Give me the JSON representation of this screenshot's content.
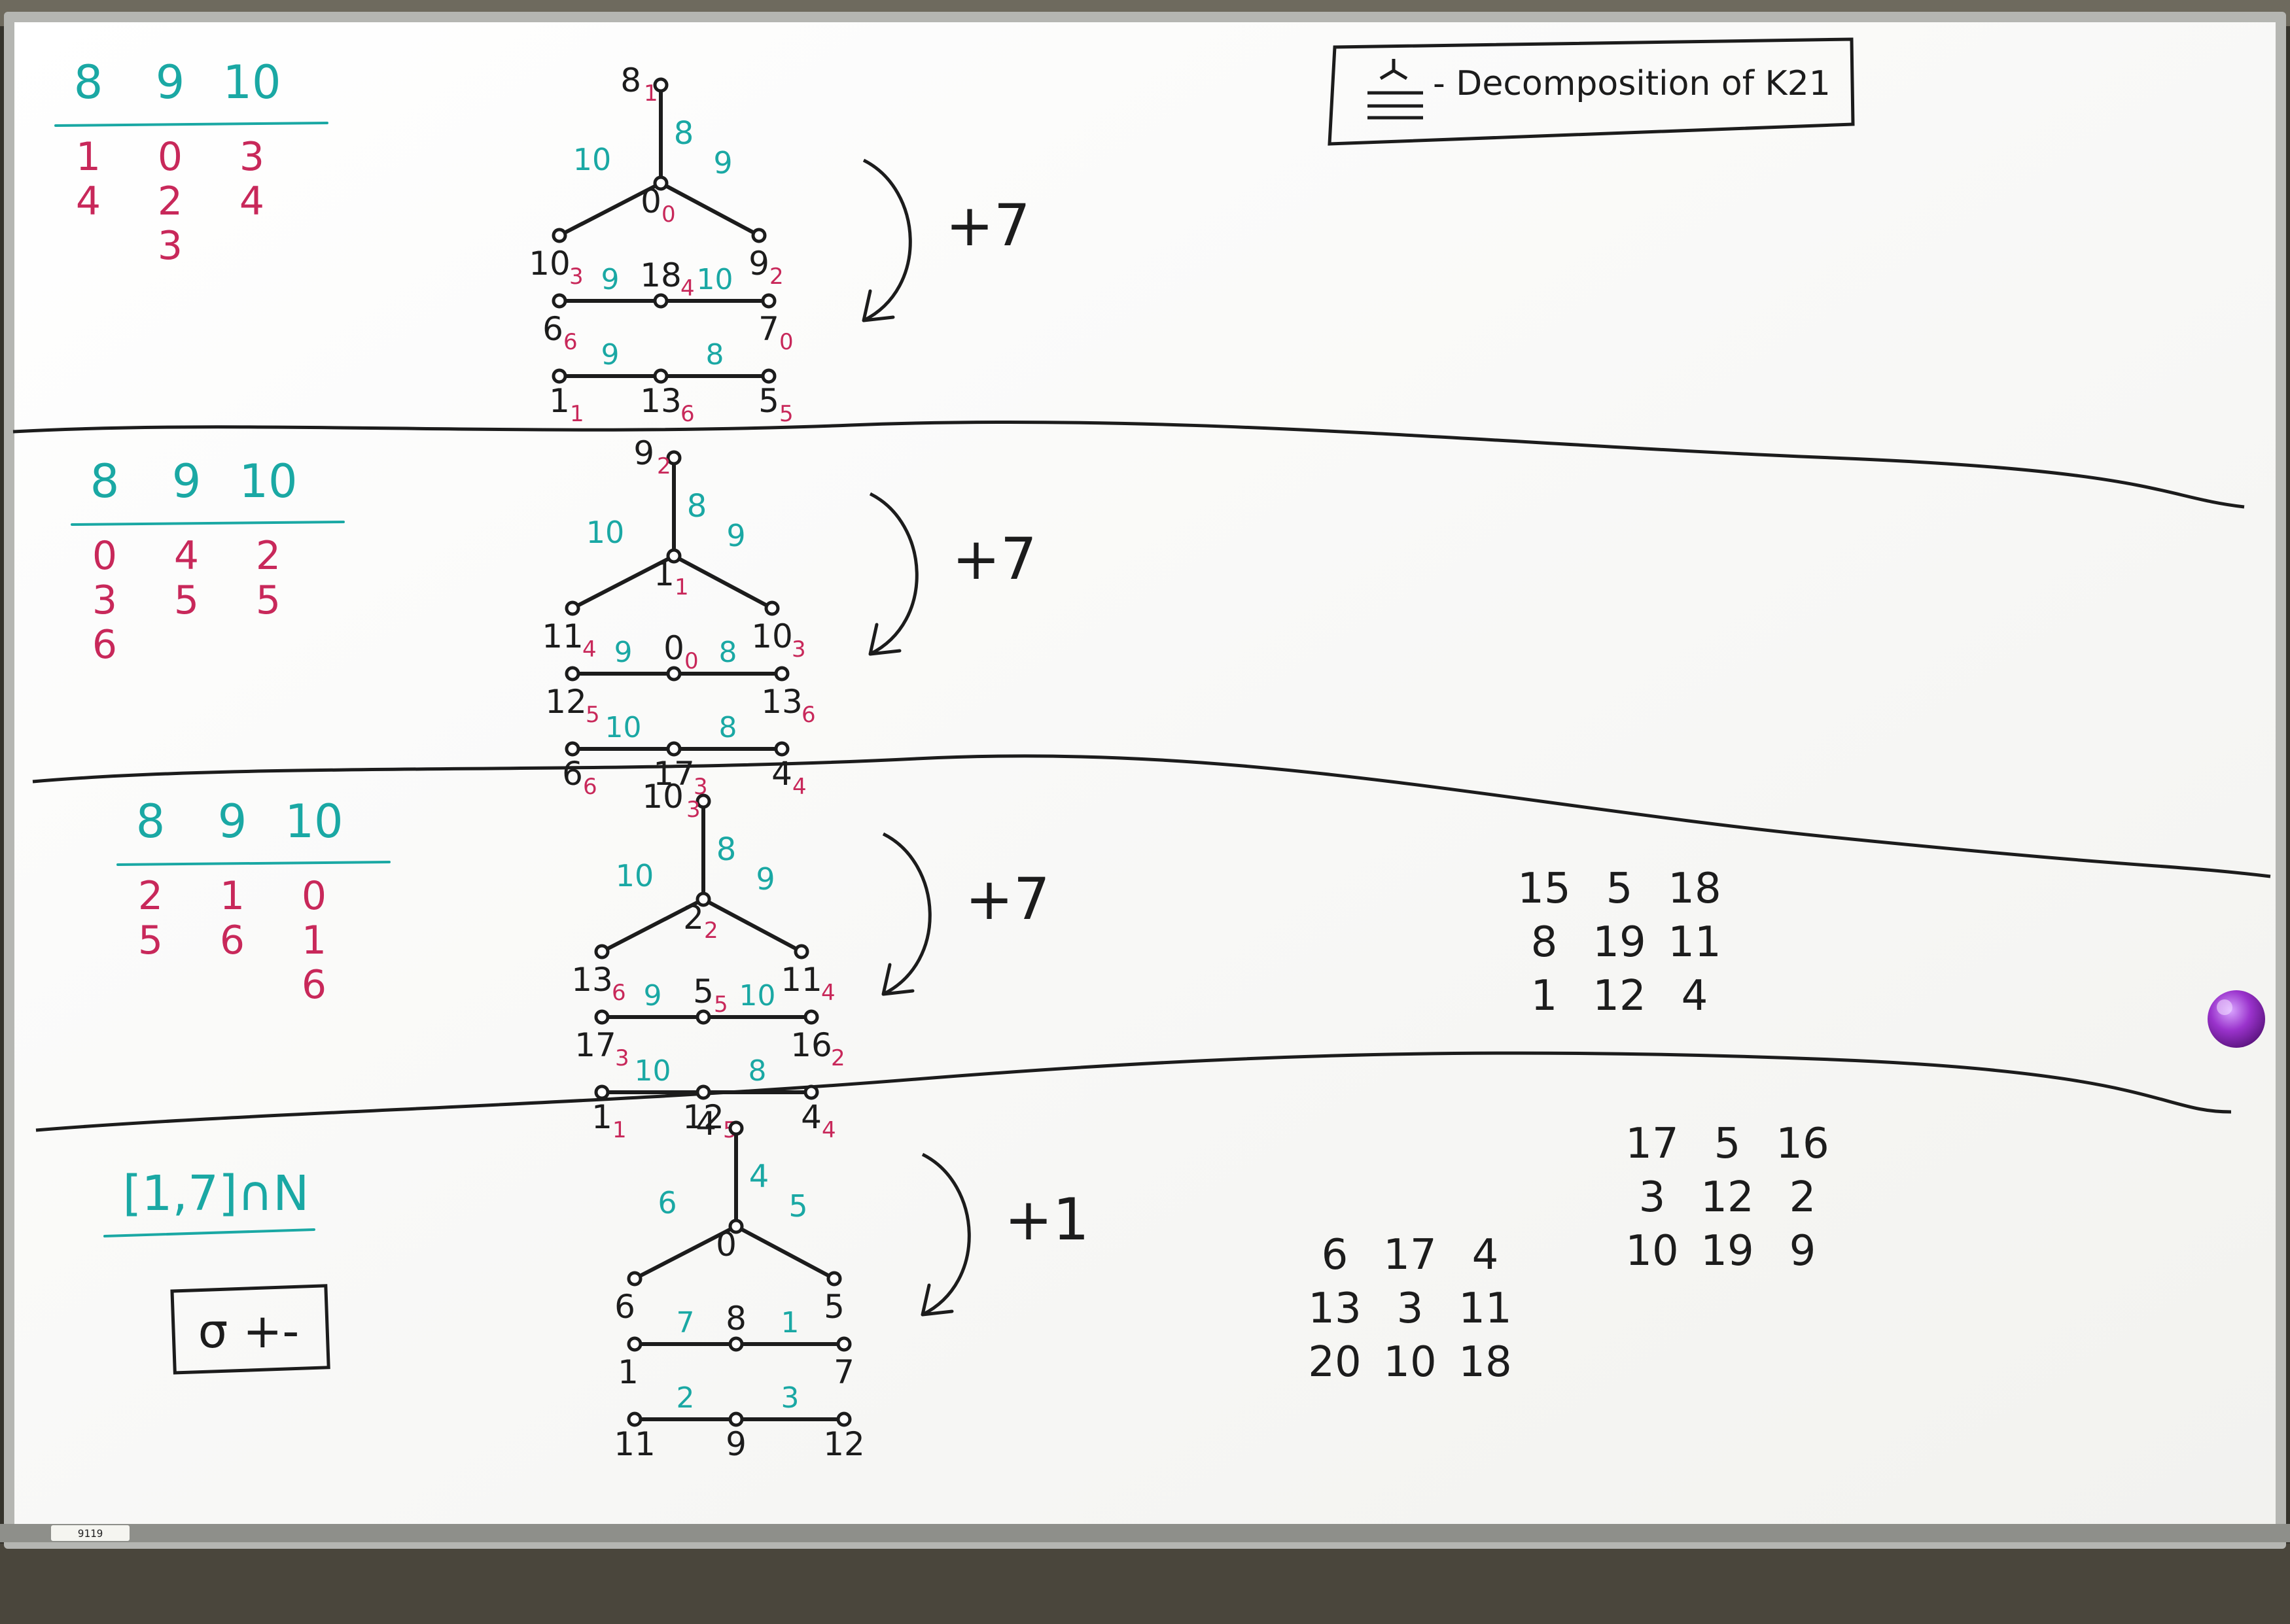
{
  "colors": {
    "ink_black": "#1c1c1c",
    "ink_teal": "#1aa8a4",
    "ink_red": "#c8285a",
    "board": "#fbfbf9",
    "frame": "#a9aaa6",
    "magnet": "#8e2bb8"
  },
  "legend": {
    "text": "- Decomposition of K21"
  },
  "board_tag": "9119",
  "sections": [
    {
      "table": {
        "headers": [
          "8",
          "9",
          "10"
        ],
        "columns": [
          [
            "1",
            "4"
          ],
          [
            "0",
            "2",
            "3"
          ],
          [
            "3",
            "4"
          ]
        ]
      },
      "shift": "+7",
      "tree": {
        "top": "8",
        "top_sub": "1",
        "root": "0",
        "root_sub": "0",
        "edge_top": "8",
        "edge_left": "10",
        "edge_right": "9",
        "left_leaf": "10",
        "left_leaf_sub": "3",
        "right_leaf": "9",
        "right_leaf_sub": "2"
      },
      "row1": {
        "nodes": [
          {
            "label": "6",
            "sub": "6"
          },
          {
            "label": "18",
            "sub": "4"
          },
          {
            "label": "7",
            "sub": "0"
          }
        ],
        "edges": [
          "9",
          "10"
        ]
      },
      "row2": {
        "nodes": [
          {
            "label": "1",
            "sub": "1"
          },
          {
            "label": "13",
            "sub": "6"
          },
          {
            "label": "5",
            "sub": "5"
          }
        ],
        "edges": [
          "9",
          "8"
        ]
      }
    },
    {
      "table": {
        "headers": [
          "8",
          "9",
          "10"
        ],
        "columns": [
          [
            "0",
            "3",
            "6"
          ],
          [
            "4",
            "5"
          ],
          [
            "2",
            "5"
          ]
        ]
      },
      "shift": "+7",
      "tree": {
        "top": "9",
        "top_sub": "2",
        "root": "1",
        "root_sub": "1",
        "edge_top": "8",
        "edge_left": "10",
        "edge_right": "9",
        "left_leaf": "11",
        "left_leaf_sub": "4",
        "right_leaf": "10",
        "right_leaf_sub": "3"
      },
      "row1": {
        "nodes": [
          {
            "label": "12",
            "sub": "5"
          },
          {
            "label": "0",
            "sub": "0"
          },
          {
            "label": "13",
            "sub": "6"
          }
        ],
        "edges": [
          "9",
          "8"
        ]
      },
      "row2": {
        "nodes": [
          {
            "label": "6",
            "sub": "6"
          },
          {
            "label": "17",
            "sub": "3"
          },
          {
            "label": "4",
            "sub": "4"
          }
        ],
        "edges": [
          "10",
          "8"
        ]
      }
    },
    {
      "table": {
        "headers": [
          "8",
          "9",
          "10"
        ],
        "columns": [
          [
            "2",
            "5"
          ],
          [
            "1",
            "6"
          ],
          [
            "0",
            "1",
            "6"
          ]
        ]
      },
      "shift": "+7",
      "tree": {
        "top": "10",
        "top_sub": "3",
        "root": "2",
        "root_sub": "2",
        "edge_top": "8",
        "edge_left": "10",
        "edge_right": "9",
        "left_leaf": "13",
        "left_leaf_sub": "6",
        "right_leaf": "11",
        "right_leaf_sub": "4"
      },
      "row1": {
        "nodes": [
          {
            "label": "17",
            "sub": "3"
          },
          {
            "label": "5",
            "sub": "5"
          },
          {
            "label": "16",
            "sub": "2"
          }
        ],
        "edges": [
          "9",
          "10"
        ]
      },
      "row2": {
        "nodes": [
          {
            "label": "1",
            "sub": "1"
          },
          {
            "label": "12",
            "sub": "5"
          },
          {
            "label": "4",
            "sub": "4"
          }
        ],
        "edges": [
          "10",
          "8"
        ]
      },
      "grid": [
        [
          "15",
          "5",
          "18"
        ],
        [
          "8",
          "19",
          "11"
        ],
        [
          "1",
          "12",
          "4"
        ]
      ]
    },
    {
      "note": "[1,7]∩N",
      "boxed": "σ +-",
      "shift": "+1",
      "tree": {
        "top": "4",
        "root": "0",
        "edge_top": "4",
        "edge_left": "6",
        "edge_right": "5",
        "left_leaf": "6",
        "right_leaf": "5"
      },
      "row1": {
        "nodes": [
          {
            "label": "1"
          },
          {
            "label": "8"
          },
          {
            "label": "7"
          }
        ],
        "edges": [
          "7",
          "1"
        ]
      },
      "row2": {
        "nodes": [
          {
            "label": "11"
          },
          {
            "label": "9"
          },
          {
            "label": "12"
          }
        ],
        "edges": [
          "2",
          "3"
        ]
      },
      "grid_left": [
        [
          "6",
          "17",
          "4"
        ],
        [
          "13",
          "3",
          "11"
        ],
        [
          "20",
          "10",
          "18"
        ]
      ],
      "grid_right": [
        [
          "17",
          "5",
          "16"
        ],
        [
          "3",
          "12",
          "2"
        ],
        [
          "10",
          "19",
          "9"
        ]
      ]
    }
  ]
}
